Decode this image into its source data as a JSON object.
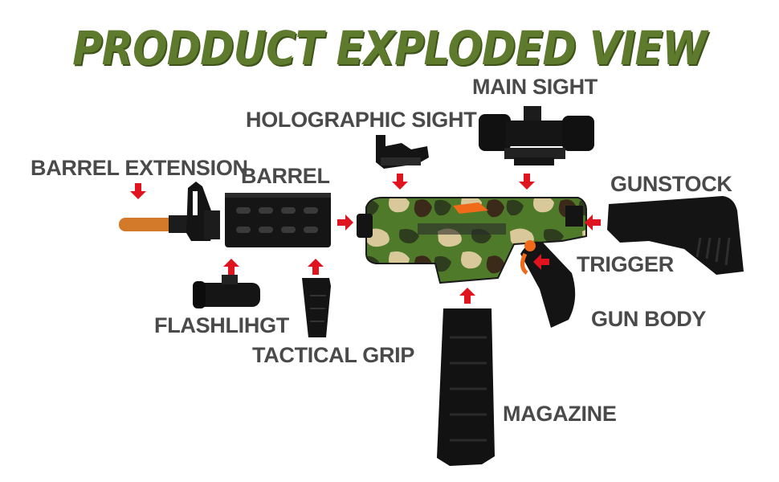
{
  "title": "PRODDUCT EXPLODED VIEW",
  "labels": {
    "main_sight": "MAIN SIGHT",
    "holographic_sight": "HOLOGRAPHIC SIGHT",
    "barrel_extension": "BARREL EXTENSION",
    "barrel": "BARREL",
    "gunstock": "GUNSTOCK",
    "trigger": "TRIGGER",
    "gun_body": "GUN BODY",
    "flashlight": "FLASHLIHGT",
    "tactical_grip": "TACTICAL GRIP",
    "magazine": "MAGAZINE"
  },
  "colors": {
    "title": "#5e7a2c",
    "label": "#4a4a4a",
    "arrow": "#e0141e",
    "part_black": "#141414",
    "barrel_extension": "#d27a2a",
    "camo_dark": "#2f3d1f",
    "camo_green": "#4f7a2a",
    "camo_tan": "#d8c89a",
    "accent_orange": "#f06a1a"
  }
}
